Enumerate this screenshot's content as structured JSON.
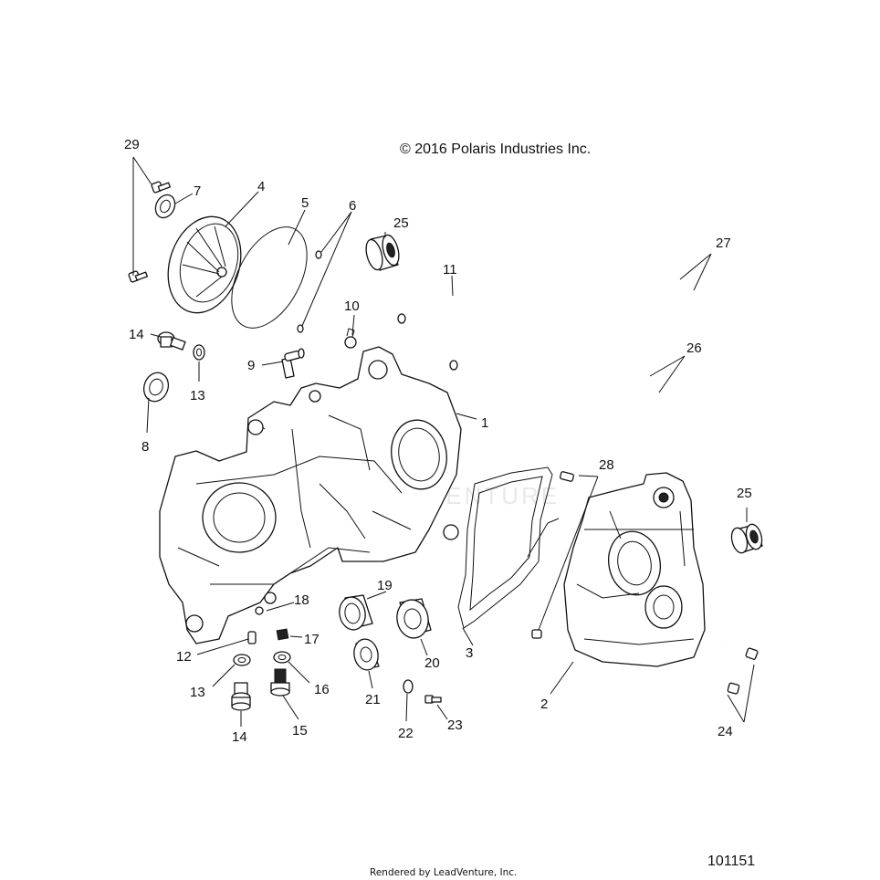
{
  "copyright": "© 2016 Polaris Industries Inc.",
  "footer": {
    "rendered_by": "Rendered by LeadVenture, Inc.",
    "diagram_number": "101151"
  },
  "watermark": "FLEETVENTURE",
  "callouts": {
    "c1": "1",
    "c2": "2",
    "c3": "3",
    "c4": "4",
    "c5": "5",
    "c6": "6",
    "c7": "7",
    "c8": "8",
    "c9": "9",
    "c10": "10",
    "c11": "11",
    "c12": "12",
    "c13a": "13",
    "c13b": "13",
    "c14a": "14",
    "c14b": "14",
    "c15": "15",
    "c16": "16",
    "c17": "17",
    "c18": "18",
    "c19": "19",
    "c20": "20",
    "c21": "21",
    "c22": "22",
    "c23": "23",
    "c24": "24",
    "c25a": "25",
    "c25b": "25",
    "c26": "26",
    "c27": "27",
    "c28": "28",
    "c29": "29"
  }
}
